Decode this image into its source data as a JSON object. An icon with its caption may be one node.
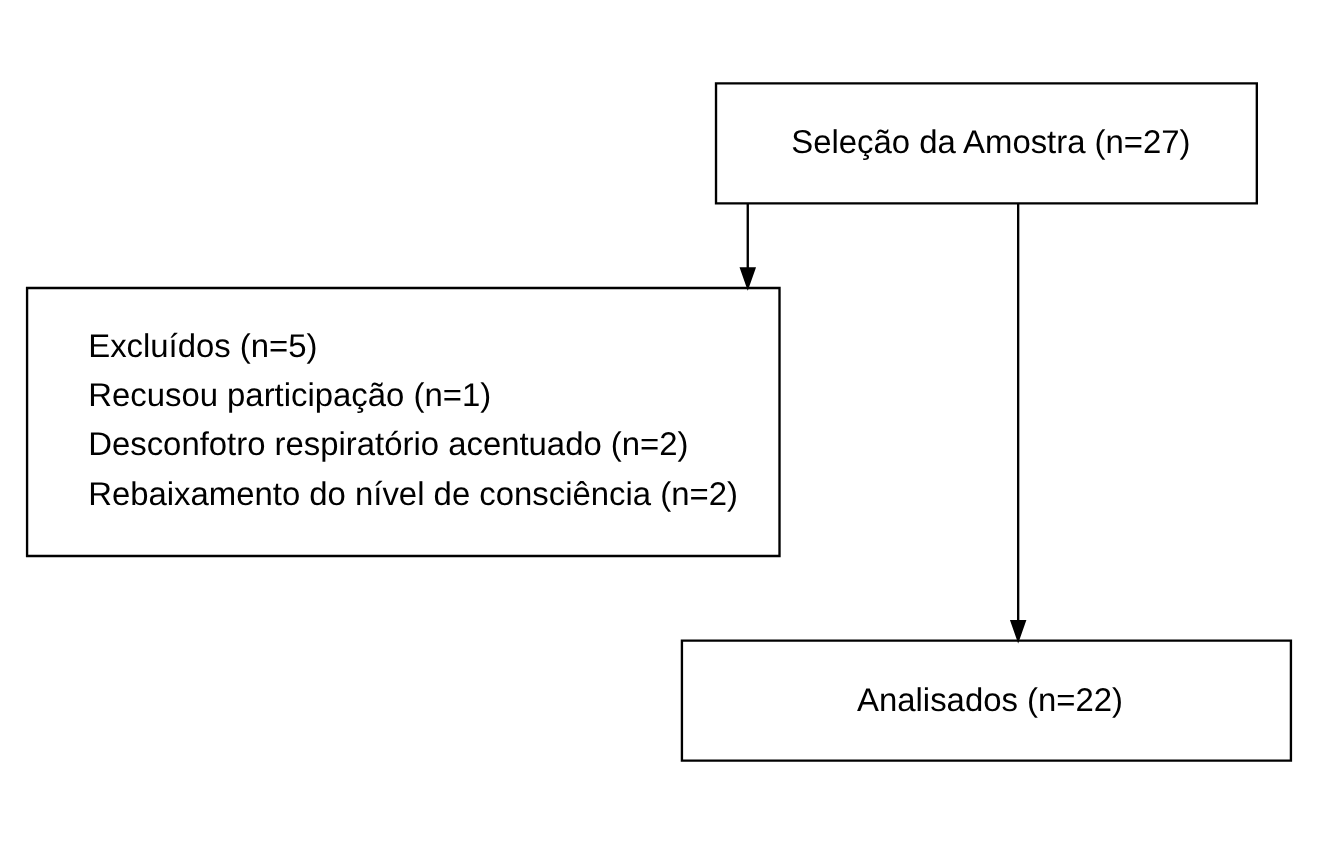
{
  "diagram": {
    "nodes": [
      {
        "text": [
          "Seleção da Amostra (n=27)"
        ]
      },
      {
        "text": [
          "Excluídos (n=5)",
          "Recusou participação (n=1)",
          "Desconfotro respiratório acentuado (n=2)",
          "Rebaixamento do nível de consciência (n=2)"
        ]
      },
      {
        "text": [
          "Analisados (n=22)"
        ]
      }
    ],
    "edges": [
      {
        "from": 0,
        "to": 2,
        "arrow": "to"
      },
      {
        "from": 0,
        "to": 1,
        "arrow": "to"
      }
    ]
  }
}
